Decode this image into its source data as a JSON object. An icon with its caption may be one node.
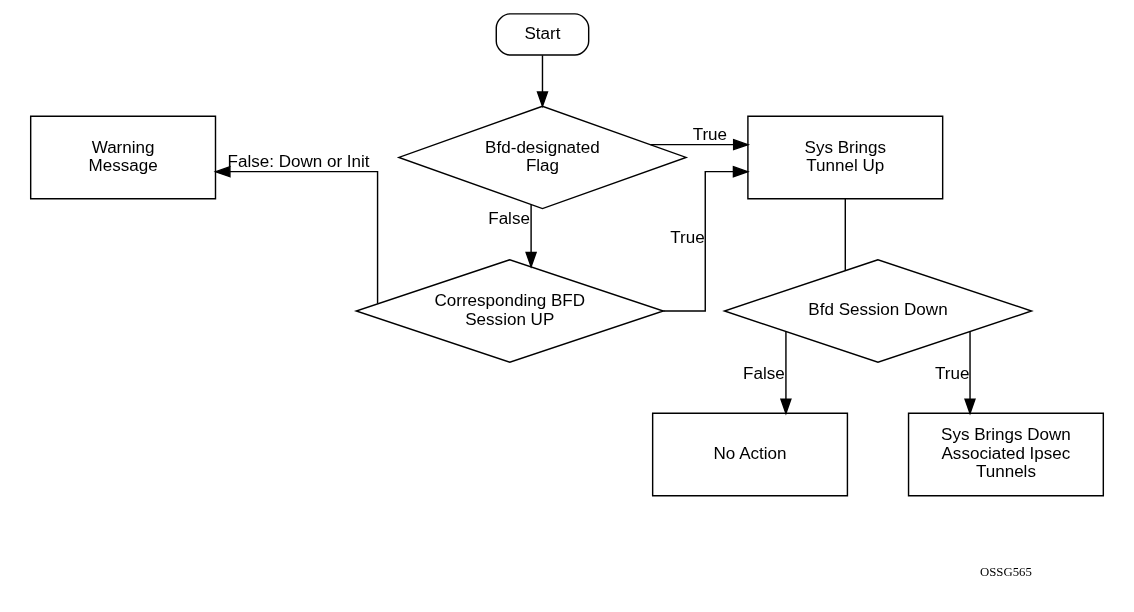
{
  "diagram": {
    "nodes": [
      {
        "text": [
          "Start"
        ]
      },
      {
        "text": [
          "Bfd-designated Flag"
        ]
      },
      {
        "text": [
          "Warning Message"
        ]
      },
      {
        "text": [
          "Corresponding BFD Session UP"
        ]
      },
      {
        "text": [
          "Sys Brings Tunnel Up"
        ]
      },
      {
        "text": [
          "Bfd Session Down"
        ]
      },
      {
        "text": [
          "No Action"
        ]
      },
      {
        "text": [
          "Sys Brings Down Associated Ipsec Tunnels"
        ]
      }
    ],
    "edges": [
      {
        "from": 0,
        "to": 1,
        "arrow": "to"
      },
      {
        "from": 1,
        "to": 4,
        "arrow": "to",
        "label": "True"
      },
      {
        "from": 1,
        "to": 3,
        "arrow": "to",
        "label": "False"
      },
      {
        "from": 3,
        "to": 2,
        "arrow": "to",
        "label": "False: Down or Init"
      },
      {
        "from": 3,
        "to": 4,
        "arrow": "to",
        "label": "True"
      },
      {
        "from": 4,
        "to": 5,
        "arrow": "none"
      },
      {
        "from": 5,
        "to": 6,
        "arrow": "to",
        "label": "False"
      },
      {
        "from": 5,
        "to": 7,
        "arrow": "to",
        "label": "True"
      }
    ],
    "labels": [
      "OSSG565"
    ]
  }
}
